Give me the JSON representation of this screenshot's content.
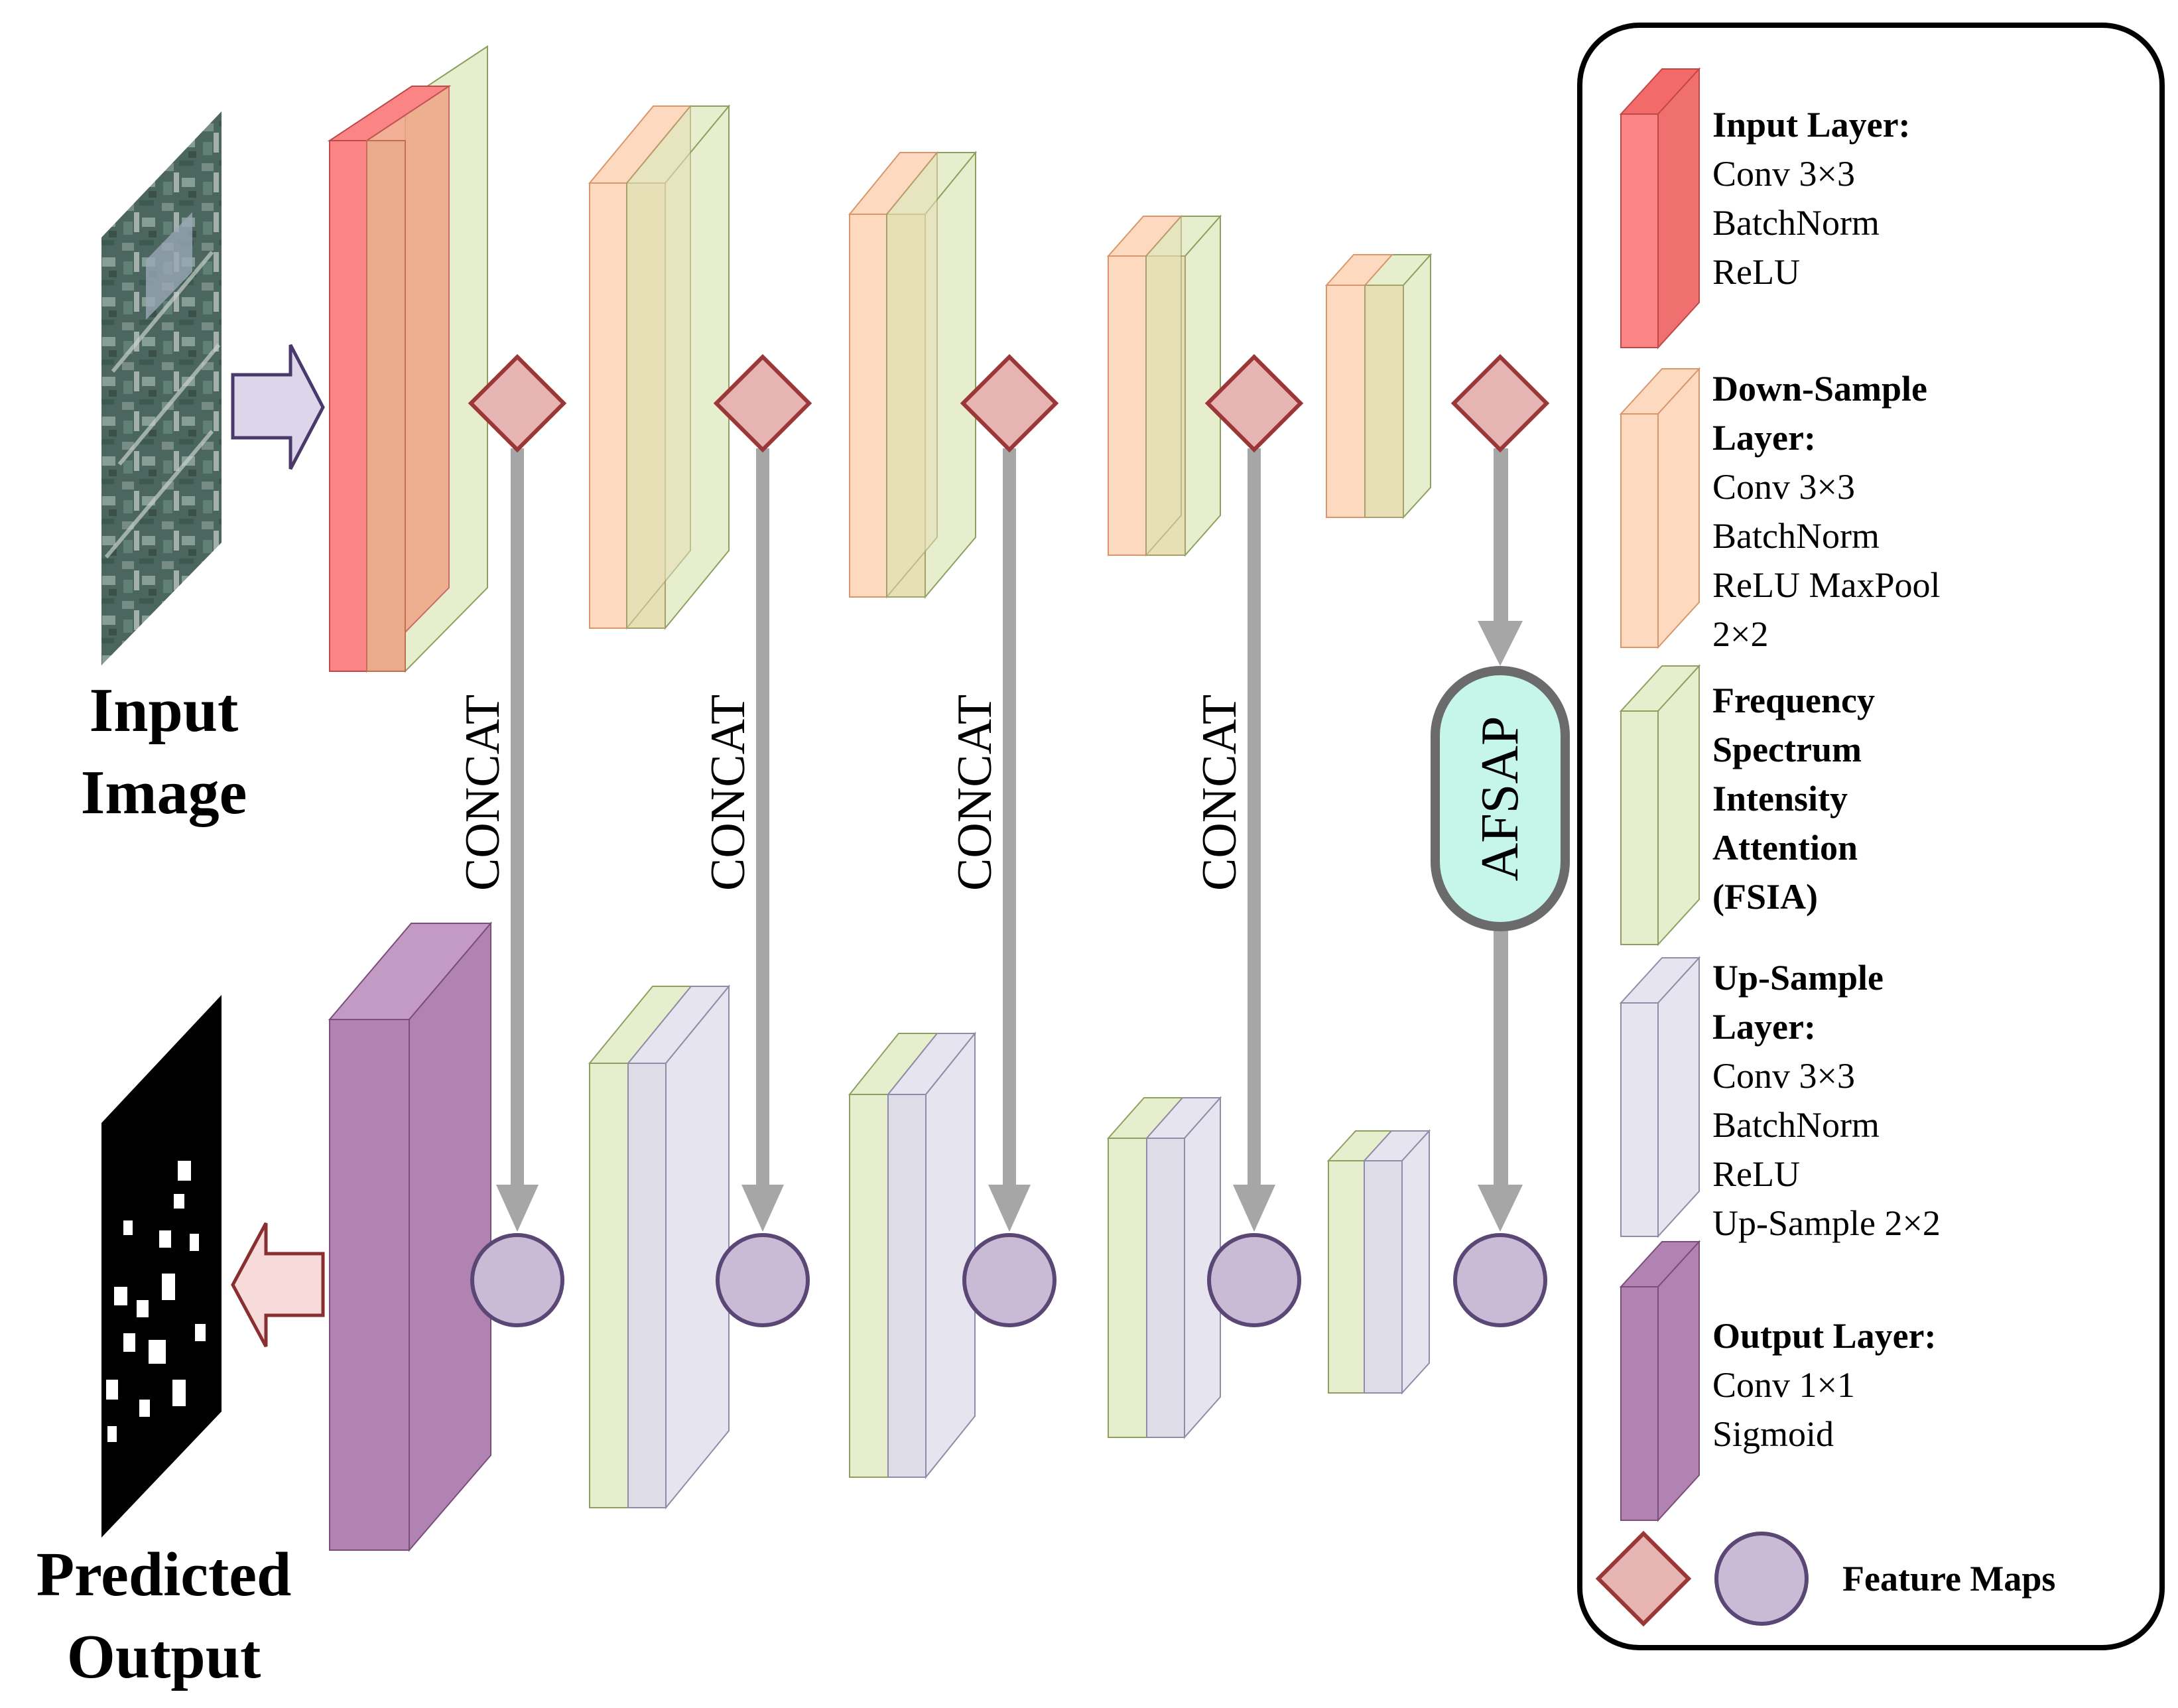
{
  "labels": {
    "input_image_line1": "Input",
    "input_image_line2": "Image",
    "predicted_output_line1": "Predicted",
    "predicted_output_line2": "Output",
    "concat": "CONCAT",
    "afsap": "AFSAP"
  },
  "legend": {
    "input_layer": {
      "title": "Input Layer:",
      "lines": [
        "Conv 3×3",
        "BatchNorm",
        "ReLU"
      ]
    },
    "down_sample_layer": {
      "title": [
        "Down-Sample",
        "Layer:"
      ],
      "lines": [
        "Conv 3×3",
        "BatchNorm",
        "ReLU MaxPool",
        "2×2"
      ]
    },
    "fsia": {
      "title": [
        "Frequency",
        "Spectrum",
        "Intensity",
        "Attention",
        "(FSIA)"
      ]
    },
    "up_sample_layer": {
      "title": [
        "Up-Sample",
        "Layer:"
      ],
      "lines": [
        "Conv 3×3",
        "BatchNorm",
        "ReLU",
        "Up-Sample 2×2"
      ]
    },
    "output_layer": {
      "title": "Output Layer:",
      "lines": [
        "Conv 1×1",
        "Sigmoid"
      ]
    },
    "feature_maps": "Feature Maps"
  },
  "colors": {
    "input_layer": "#fb8484",
    "down_sample": "#fdd9c0",
    "fsia": "#e7eecd",
    "up_sample": "#e5e4ef",
    "output_layer": "#b183b2",
    "diamond_fill": "#e6b4b3",
    "diamond_stroke": "#9c3737",
    "circle_fill": "#c9bbd6",
    "circle_stroke": "#5a4775",
    "afsap_fill": "#c6f6ea",
    "connector": "#a6a6a6"
  }
}
